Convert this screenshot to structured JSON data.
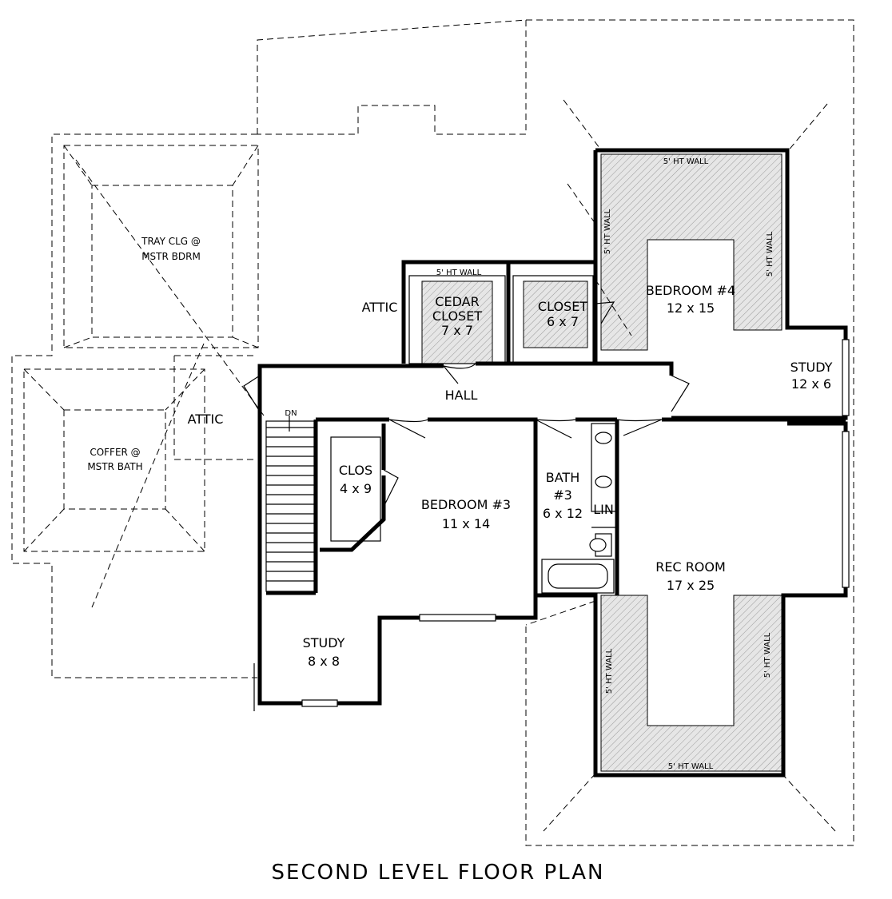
{
  "title": "SECOND LEVEL FLOOR PLAN",
  "rooms": {
    "tray_clg": {
      "line1": "TRAY CLG @",
      "line2": "MSTR BDRM"
    },
    "coffer": {
      "line1": "COFFER @",
      "line2": "MSTR BATH"
    },
    "attic_upper": "ATTIC",
    "attic_lower": "ATTIC",
    "cedar_closet": {
      "line1": "CEDAR",
      "line2": "CLOSET",
      "dims": "7 x 7"
    },
    "closet": {
      "line1": "CLOSET",
      "dims": "6 x 7"
    },
    "bedroom4": {
      "line1": "BEDROOM #4",
      "dims": "12 x 15"
    },
    "study_right": {
      "line1": "STUDY",
      "dims": "12 x 6"
    },
    "hall": "HALL",
    "stair_dn": "DN",
    "clos": {
      "line1": "CLOS",
      "dims": "4 x 9"
    },
    "bedroom3": {
      "line1": "BEDROOM #3",
      "dims": "11 x 14"
    },
    "bath3": {
      "line1": "BATH",
      "line2": "#3",
      "dims": "6 x 12"
    },
    "lin": "LIN",
    "rec_room": {
      "line1": "REC ROOM",
      "dims": "17 x 25"
    },
    "study_lower": {
      "line1": "STUDY",
      "dims": "8 x 8"
    }
  },
  "wall_notes": {
    "closets_top": "5' HT WALL",
    "bed4_top": "5' HT WALL",
    "bed4_left": "5' HT WALL",
    "bed4_right": "5' HT WALL",
    "rec_left": "5' HT WALL",
    "rec_right": "5' HT WALL",
    "rec_bottom": "5' HT WALL"
  }
}
